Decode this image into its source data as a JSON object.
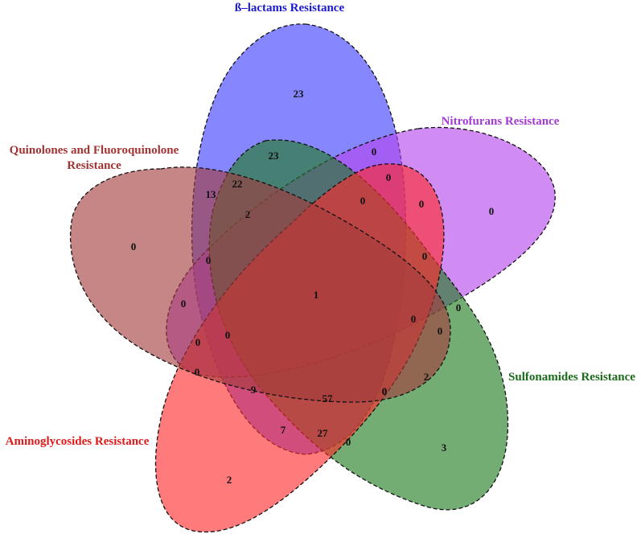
{
  "sets": [
    {
      "id": "beta",
      "label_lines": [
        "ß–lactams Resistance"
      ],
      "color": "#3b3bff",
      "label_color": "#1a1acc"
    },
    {
      "id": "nitro",
      "label_lines": [
        "Nitrofurans Resistance"
      ],
      "color": "#b545ec",
      "label_color": "#a33ad6"
    },
    {
      "id": "sulfa",
      "label_lines": [
        "Sulfonamides Resistance"
      ],
      "color": "#1f7a1f",
      "label_color": "#1a6b1a"
    },
    {
      "id": "amino",
      "label_lines": [
        "Aminoglycosides Resistance"
      ],
      "color": "#ff2a2a",
      "label_color": "#e01919"
    },
    {
      "id": "quino",
      "label_lines": [
        "Quinolones and Fluoroquinolone",
        "Resistance"
      ],
      "color": "#a33c3c",
      "label_color": "#a33333"
    }
  ],
  "regions": [
    {
      "value": "23",
      "sets": "beta"
    },
    {
      "value": "0",
      "sets": "nitro"
    },
    {
      "value": "3",
      "sets": "sulfa"
    },
    {
      "value": "2",
      "sets": "amino"
    },
    {
      "value": "0",
      "sets": "quino"
    },
    {
      "value": "23",
      "sets": "beta∩sulfa"
    },
    {
      "value": "0",
      "sets": "beta∩nitro"
    },
    {
      "value": "0",
      "sets": "beta∩nitro∩sulfa"
    },
    {
      "value": "0",
      "sets": "nitro∩sulfa"
    },
    {
      "value": "0",
      "sets": "beta∩nitro∩sulfa∩quino"
    },
    {
      "value": "13",
      "sets": "beta∩quino"
    },
    {
      "value": "22",
      "sets": "beta∩sulfa∩quino"
    },
    {
      "value": "2",
      "sets": "beta∩sulfa∩quino∩nitro"
    },
    {
      "value": "0",
      "sets": "nitro∩sulfa∩quino"
    },
    {
      "value": "0",
      "sets": "beta∩amino∩nitro"
    },
    {
      "value": "0",
      "sets": "amino∩nitro"
    },
    {
      "value": "0",
      "sets": "amino∩nitro∩beta∩sulfa"
    },
    {
      "value": "0",
      "sets": "nitro∩sulfa∩amino"
    },
    {
      "value": "0",
      "sets": "nitro∩quino∩sulfa∩amino"
    },
    {
      "value": "1",
      "sets": "all"
    },
    {
      "value": "0",
      "sets": "nitro∩quino∩amino"
    },
    {
      "value": "0",
      "sets": "quino∩amino"
    },
    {
      "value": "0",
      "sets": "beta∩quino∩amino∩nitro"
    },
    {
      "value": "0",
      "sets": "amino∩quino∩nitro"
    },
    {
      "value": "2",
      "sets": "sulfa∩beta"
    },
    {
      "value": "9",
      "sets": "amino∩beta∩quino"
    },
    {
      "value": "57",
      "sets": "amino∩beta∩sulfa∩quino"
    },
    {
      "value": "0",
      "sets": "amino∩sulfa∩beta"
    },
    {
      "value": "7",
      "sets": "amino∩beta"
    },
    {
      "value": "27",
      "sets": "amino∩beta∩sulfa"
    },
    {
      "value": "0",
      "sets": "amino∩sulfa"
    }
  ]
}
